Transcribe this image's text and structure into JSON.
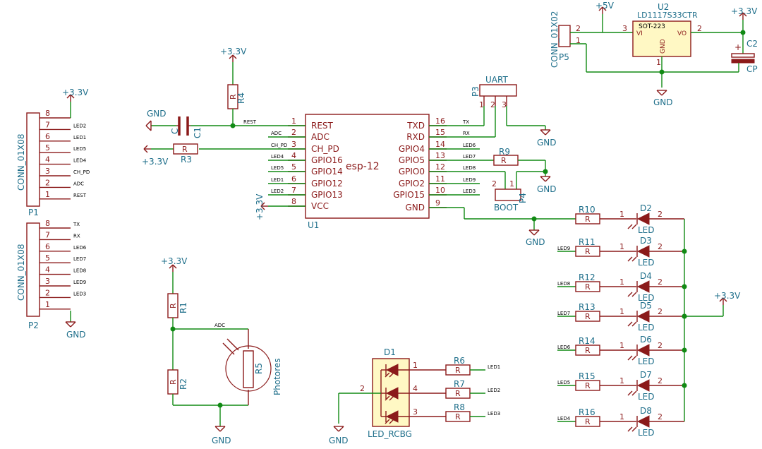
{
  "power": {
    "v33": "+3.3V",
    "v5": "+5V",
    "gnd": "GND"
  },
  "u1": {
    "ref": "U1",
    "value": "esp-12",
    "left_pins": [
      {
        "num": "1",
        "name": "REST",
        "net": "REST"
      },
      {
        "num": "2",
        "name": "ADC",
        "net": "ADC"
      },
      {
        "num": "3",
        "name": "CH_PD",
        "net": "CH_PD"
      },
      {
        "num": "4",
        "name": "GPIO16",
        "net": "LED4"
      },
      {
        "num": "5",
        "name": "GPIO14",
        "net": "LED5"
      },
      {
        "num": "6",
        "name": "GPIO12",
        "net": "LED1"
      },
      {
        "num": "7",
        "name": "GPIO13",
        "net": "LED2"
      },
      {
        "num": "8",
        "name": "VCC",
        "net": ""
      }
    ],
    "right_pins": [
      {
        "num": "16",
        "name": "TXD",
        "net": "TX"
      },
      {
        "num": "15",
        "name": "RXD",
        "net": "RX"
      },
      {
        "num": "14",
        "name": "GPIO4",
        "net": "LED6"
      },
      {
        "num": "13",
        "name": "GPIO5",
        "net": "LED7"
      },
      {
        "num": "12",
        "name": "GPIO0",
        "net": "LED8"
      },
      {
        "num": "11",
        "name": "GPIO2",
        "net": "LED9"
      },
      {
        "num": "10",
        "name": "GPIO15",
        "net": "LED3"
      },
      {
        "num": "9",
        "name": "GND",
        "net": ""
      }
    ]
  },
  "u2": {
    "ref": "U2",
    "value": "LD1117S33CTR",
    "package": "SOT-223",
    "vi": "VI",
    "vo": "VO",
    "gnd": "GND",
    "pin_vi": "3",
    "pin_vo": "2",
    "pin_gnd": "1"
  },
  "p1": {
    "ref": "P1",
    "value": "CONN_01X08",
    "pins": [
      {
        "num": "8",
        "net": ""
      },
      {
        "num": "7",
        "net": "LED2"
      },
      {
        "num": "6",
        "net": "LED1"
      },
      {
        "num": "5",
        "net": "LED5"
      },
      {
        "num": "4",
        "net": "LED4"
      },
      {
        "num": "3",
        "net": "CH_PD"
      },
      {
        "num": "2",
        "net": "ADC"
      },
      {
        "num": "1",
        "net": "REST"
      }
    ]
  },
  "p2": {
    "ref": "P2",
    "value": "CONN_01X08",
    "pins": [
      {
        "num": "8",
        "net": "TX"
      },
      {
        "num": "7",
        "net": "RX"
      },
      {
        "num": "6",
        "net": "LED6"
      },
      {
        "num": "5",
        "net": "LED7"
      },
      {
        "num": "4",
        "net": "LED8"
      },
      {
        "num": "3",
        "net": "LED9"
      },
      {
        "num": "2",
        "net": "LED3"
      },
      {
        "num": "1",
        "net": ""
      }
    ]
  },
  "p3": {
    "ref": "P3",
    "value": "UART",
    "pins": [
      "1",
      "2",
      "3"
    ]
  },
  "p4": {
    "ref": "P4",
    "value": "BOOT",
    "pins": [
      "2",
      "1"
    ]
  },
  "p5": {
    "ref": "P5",
    "value": "CONN_01X02",
    "pins": [
      "2",
      "1"
    ]
  },
  "c": {
    "c1_ref": "C1",
    "c1_val": "C",
    "c2_ref": "C2",
    "c2_val": "CP",
    "plus": "+"
  },
  "r": {
    "letter": "R",
    "r1": "R1",
    "r2": "R2",
    "r3": "R3",
    "r4": "R4",
    "r5": "R5",
    "r5_val": "Photores",
    "r9": "R9",
    "r6": "R6",
    "r7": "R7",
    "r8": "R8"
  },
  "nets_misc": {
    "rest": "REST",
    "adc": "ADC",
    "ch_pd": "CH_PD",
    "tx": "TX",
    "rx": "RX",
    "led8": "LED8"
  },
  "d1": {
    "ref": "D1",
    "value": "LED_RCBG",
    "pin_common": "2",
    "pins": [
      "1",
      "4",
      "3"
    ],
    "rows": [
      {
        "r": "R6",
        "net": "LED1"
      },
      {
        "r": "R7",
        "net": "LED2"
      },
      {
        "r": "R8",
        "net": "LED3"
      }
    ]
  },
  "led_column": {
    "value": "LED",
    "pin_a": "1",
    "pin_k": "2",
    "rows": [
      {
        "r": "R10",
        "d": "D2",
        "net": ""
      },
      {
        "r": "R11",
        "d": "D3",
        "net": "LED9"
      },
      {
        "r": "R12",
        "d": "D4",
        "net": "LED8"
      },
      {
        "r": "R13",
        "d": "D5",
        "net": "LED7"
      },
      {
        "r": "R14",
        "d": "D6",
        "net": "LED6"
      },
      {
        "r": "R15",
        "d": "D7",
        "net": "LED5"
      },
      {
        "r": "R16",
        "d": "D8",
        "net": "LED4"
      }
    ]
  }
}
